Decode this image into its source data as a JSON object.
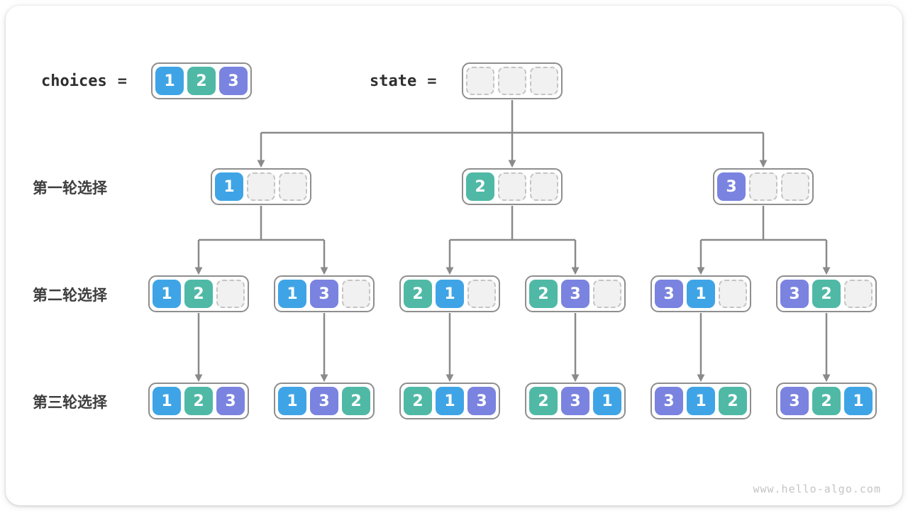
{
  "top": {
    "choices_label": "choices",
    "state_label": "state",
    "equals": "=",
    "choices": [
      "1",
      "2",
      "3"
    ],
    "state": [
      "",
      "",
      ""
    ]
  },
  "rows": [
    {
      "label": "第一轮选择",
      "nodes": [
        [
          "1",
          "",
          ""
        ],
        [
          "2",
          "",
          ""
        ],
        [
          "3",
          "",
          ""
        ]
      ]
    },
    {
      "label": "第二轮选择",
      "nodes": [
        [
          "1",
          "2",
          ""
        ],
        [
          "1",
          "3",
          ""
        ],
        [
          "2",
          "1",
          ""
        ],
        [
          "2",
          "3",
          ""
        ],
        [
          "3",
          "1",
          ""
        ],
        [
          "3",
          "2",
          ""
        ]
      ]
    },
    {
      "label": "第三轮选择",
      "nodes": [
        [
          "1",
          "2",
          "3"
        ],
        [
          "1",
          "3",
          "2"
        ],
        [
          "2",
          "1",
          "3"
        ],
        [
          "2",
          "3",
          "1"
        ],
        [
          "3",
          "1",
          "2"
        ],
        [
          "3",
          "2",
          "1"
        ]
      ]
    }
  ],
  "palette": {
    "1": "#3FA4E6",
    "2": "#4FB9A6",
    "3": "#7A83DF",
    "empty_fill": "#F1F1F2",
    "empty_border": "#C4C4C4",
    "container_border": "#8E8E8E",
    "connector": "#8A8A8A"
  },
  "watermark": "www.hello-algo.com"
}
